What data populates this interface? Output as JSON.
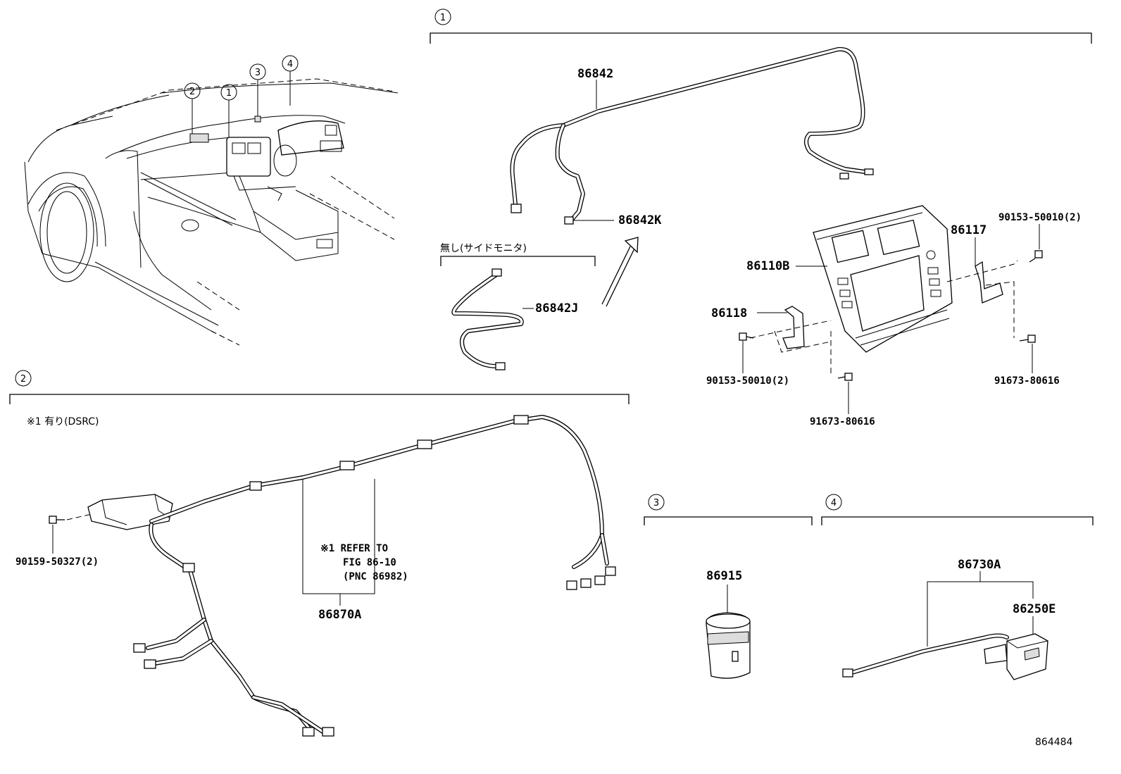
{
  "diagram_id": "864484",
  "sections": [
    {
      "id": "1",
      "label": "1"
    },
    {
      "id": "2",
      "label": "2"
    },
    {
      "id": "3",
      "label": "3"
    },
    {
      "id": "4",
      "label": "4"
    }
  ],
  "overview_callouts": [
    "2",
    "1",
    "3",
    "4"
  ],
  "section1": {
    "parts": {
      "cable_main": "86842",
      "cable_k": "86842K",
      "cable_j": "86842J",
      "display": "86110B",
      "bracket_r": "86117",
      "bracket_l": "86118",
      "screw_tr": "90153-50010(2)",
      "screw_bl": "90153-50010(2)",
      "screw_bm": "91673-80616",
      "screw_br": "91673-80616"
    },
    "note_none_side_monitor": "無し(サイドモニタ)"
  },
  "section2": {
    "note_with_dsrc": "※1 有り(DSRC)",
    "refer_line1": "※1 REFER TO",
    "refer_line2": "FIG 86-10",
    "refer_line3": "(PNC 86982)",
    "parts": {
      "harness": "86870A",
      "screw": "90159-50327(2)"
    }
  },
  "section3": {
    "parts": {
      "switch": "86915"
    }
  },
  "section4": {
    "parts": {
      "assy": "86730A",
      "jack": "86250E"
    }
  }
}
